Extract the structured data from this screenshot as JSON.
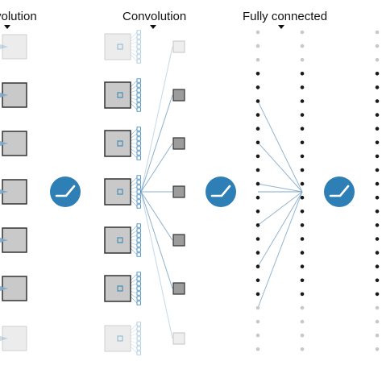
{
  "headers": {
    "left_partial": "volution",
    "conv": "Convolution",
    "fc": "Fully connected"
  },
  "icons": {
    "activation": "relu-activation-icon",
    "dropdown": "triangle-down-icon"
  },
  "colors": {
    "accent": "#2e7fb5",
    "connection": "#7fa9c9",
    "node_active": "#1a1a1a",
    "node_inactive": "#c8c8c8",
    "map_active_fill": "#c9c9c9",
    "map_faded_fill": "#ececec"
  },
  "diagram": {
    "conv_rows": 7,
    "active_rows": [
      1,
      2,
      3,
      4,
      5
    ],
    "fc_nodes_per_column": 24,
    "fc_active_range": [
      3,
      19
    ]
  }
}
